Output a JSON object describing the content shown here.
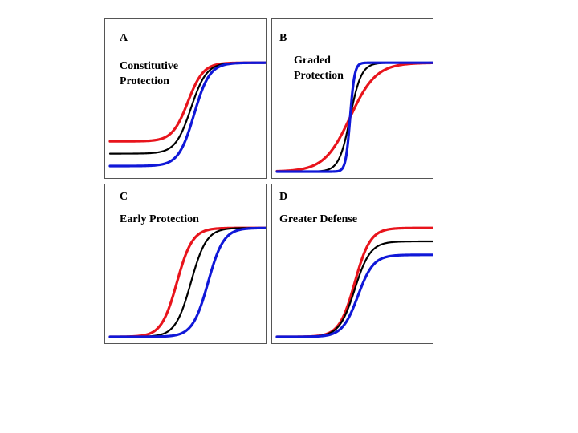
{
  "colors": {
    "red": "#e8141c",
    "black": "#000000",
    "blue": "#1018d8"
  },
  "panels": [
    {
      "letter": "A",
      "title": "Constitutive\nProtection",
      "curves": [
        {
          "color": "red",
          "low": 0.27,
          "high": 0.97,
          "mid": 0.5,
          "k": 20
        },
        {
          "color": "black",
          "low": 0.16,
          "high": 0.97,
          "mid": 0.52,
          "k": 20
        },
        {
          "color": "blue",
          "low": 0.05,
          "high": 0.97,
          "mid": 0.54,
          "k": 20
        }
      ]
    },
    {
      "letter": "B",
      "title": "Graded\nProtection",
      "curves": [
        {
          "color": "red",
          "low": 0.0,
          "high": 0.97,
          "mid": 0.47,
          "k": 12
        },
        {
          "color": "black",
          "low": 0.0,
          "high": 0.97,
          "mid": 0.47,
          "k": 28
        },
        {
          "color": "blue",
          "low": 0.0,
          "high": 0.97,
          "mid": 0.47,
          "k": 70
        }
      ]
    },
    {
      "letter": "C",
      "title": "Early Protection",
      "curves": [
        {
          "color": "red",
          "low": 0.0,
          "high": 0.97,
          "mid": 0.43,
          "k": 20
        },
        {
          "color": "black",
          "low": 0.0,
          "high": 0.97,
          "mid": 0.52,
          "k": 20
        },
        {
          "color": "blue",
          "low": 0.0,
          "high": 0.97,
          "mid": 0.63,
          "k": 20
        }
      ]
    },
    {
      "letter": "D",
      "title": "Greater Defense",
      "curves": [
        {
          "color": "red",
          "low": 0.0,
          "high": 0.97,
          "mid": 0.5,
          "k": 20
        },
        {
          "color": "black",
          "low": 0.0,
          "high": 0.85,
          "mid": 0.5,
          "k": 20
        },
        {
          "color": "blue",
          "low": 0.0,
          "high": 0.73,
          "mid": 0.52,
          "k": 20
        }
      ]
    }
  ]
}
